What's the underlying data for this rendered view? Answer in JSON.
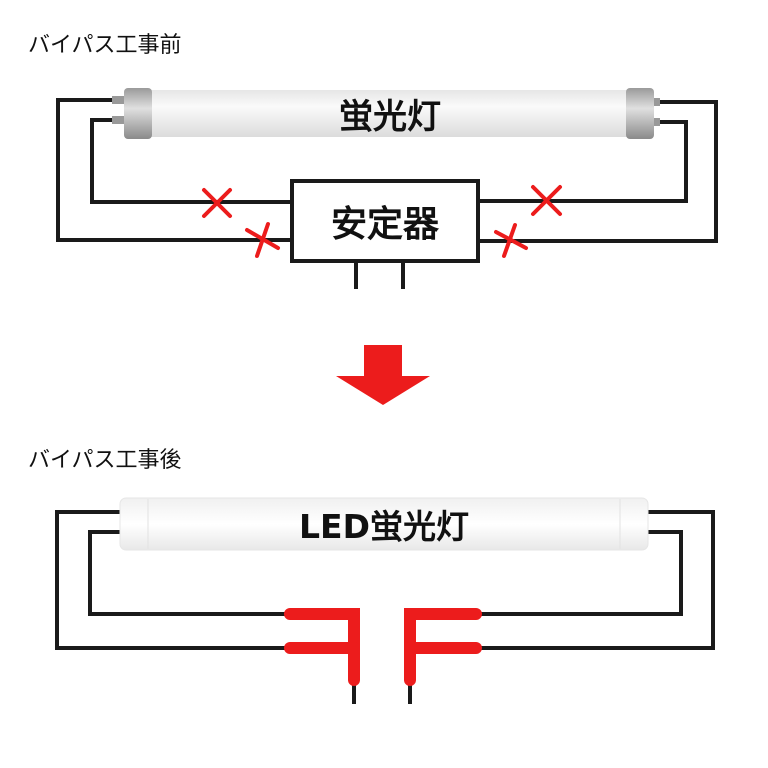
{
  "before": {
    "heading": "バイパス工事前",
    "tube_label": "蛍光灯",
    "ballast_label": "安定器"
  },
  "after": {
    "heading": "バイパス工事後",
    "tube_label": "LED蛍光灯"
  },
  "colors": {
    "wire": "#1a1a1a",
    "cut_mark": "#ec1c1c",
    "arrow": "#ec1c1c",
    "bypass": "#ec1c1c"
  }
}
